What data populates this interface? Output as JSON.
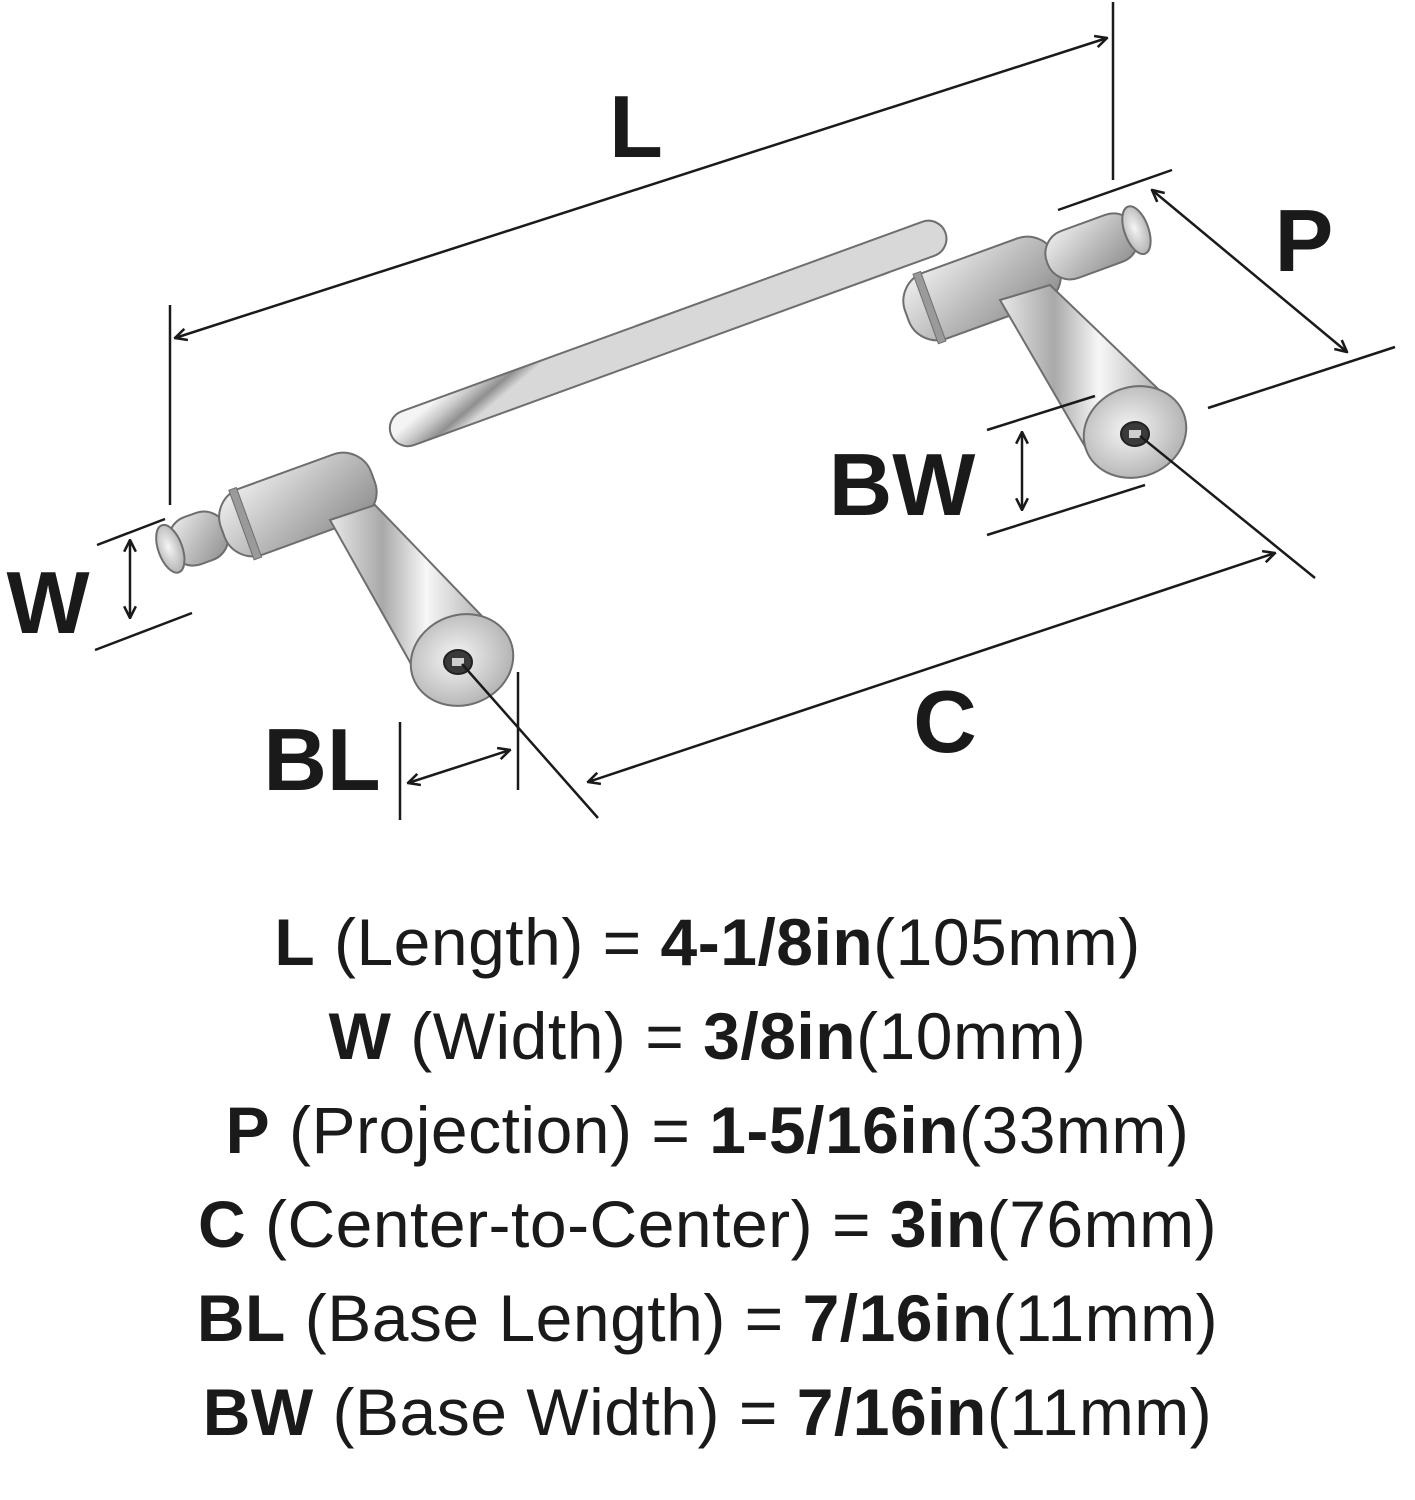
{
  "diagram": {
    "labels": {
      "length": "L",
      "projection": "P",
      "width": "W",
      "base_width": "BW",
      "base_length": "BL",
      "center_to_center": "C"
    }
  },
  "specs": [
    {
      "key": "L",
      "desc": "(Length)",
      "eq": "=",
      "value": "4-1/8in",
      "metric": "(105mm)"
    },
    {
      "key": "W",
      "desc": "(Width)",
      "eq": "=",
      "value": "3/8in",
      "metric": "(10mm)"
    },
    {
      "key": "P",
      "desc": "(Projection)",
      "eq": "=",
      "value": "1-5/16in",
      "metric": "(33mm)"
    },
    {
      "key": "C",
      "desc": "(Center-to-Center)",
      "eq": "=",
      "value": "3in",
      "metric": "(76mm)"
    },
    {
      "key": "BL",
      "desc": "(Base Length)",
      "eq": "=",
      "value": "7/16in",
      "metric": "(11mm)"
    },
    {
      "key": "BW",
      "desc": "(Base Width)",
      "eq": "=",
      "value": "7/16in",
      "metric": "(11mm)"
    }
  ]
}
